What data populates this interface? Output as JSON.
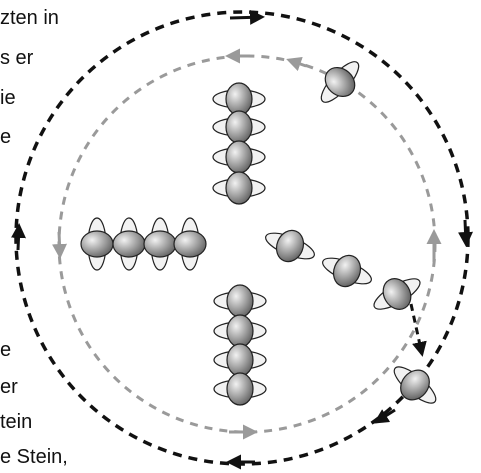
{
  "text_fragments": {
    "line1": "zten in",
    "line2": "s er",
    "line3": "ie",
    "line4": "e",
    "line5": "e",
    "line6": "er",
    "line7": "tein",
    "line8": "e Stein,"
  },
  "colors": {
    "outer_arrow": "#111111",
    "inner_arrow": "#9a9a9a",
    "stone_dark": "#5a5a5a",
    "stone_light": "#f2f2f2",
    "outline": "#222222"
  },
  "icons": [
    "molecule-icon",
    "dashed-arrow-icon"
  ]
}
